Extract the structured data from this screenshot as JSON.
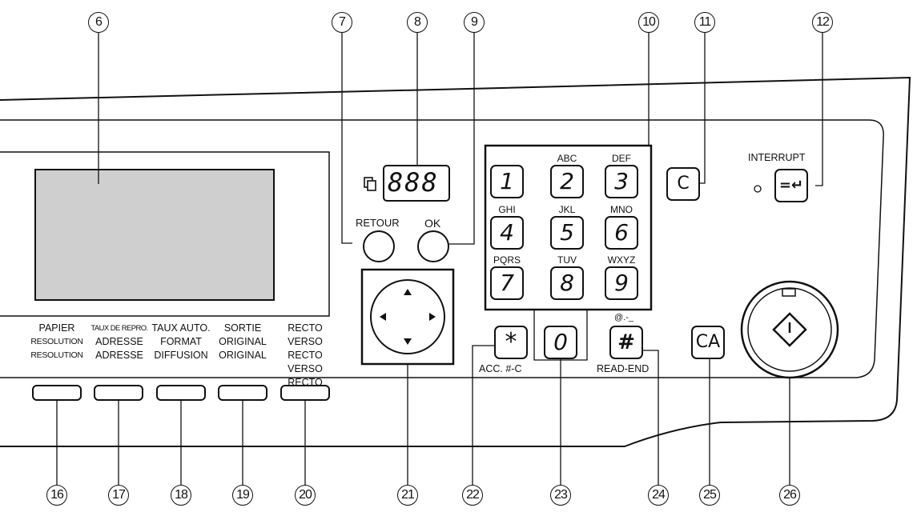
{
  "callouts": {
    "c6": "6",
    "c7": "7",
    "c8": "8",
    "c9": "9",
    "c10": "10",
    "c11": "11",
    "c12": "12",
    "c16": "16",
    "c17": "17",
    "c18": "18",
    "c19": "19",
    "c20": "20",
    "c21": "21",
    "c22": "22",
    "c23": "23",
    "c24": "24",
    "c25": "25",
    "c26": "26"
  },
  "display": {
    "counter": "888"
  },
  "buttons": {
    "retour": "RETOUR",
    "ok": "OK"
  },
  "keypad": {
    "keys": [
      {
        "digit": "1",
        "letters": ""
      },
      {
        "digit": "2",
        "letters": "ABC"
      },
      {
        "digit": "3",
        "letters": "DEF"
      },
      {
        "digit": "4",
        "letters": "GHI"
      },
      {
        "digit": "5",
        "letters": "JKL"
      },
      {
        "digit": "6",
        "letters": "MNO"
      },
      {
        "digit": "7",
        "letters": "PQRS"
      },
      {
        "digit": "8",
        "letters": "TUV"
      },
      {
        "digit": "9",
        "letters": "WXYZ"
      },
      {
        "digit": "0",
        "letters": ""
      }
    ],
    "star": "*",
    "star_label": "ACC. #-C",
    "hash": "#",
    "hash_top": "@.-_",
    "hash_label": "READ-END"
  },
  "clear": {
    "c": "C",
    "ca": "CA"
  },
  "interrupt": {
    "label": "INTERRUPT",
    "glyph": "=↵"
  },
  "soft_keys": [
    {
      "l1": "PAPIER",
      "l2": "RESOLUTION",
      "l3": "RESOLUTION"
    },
    {
      "l1": "TAUX DE REPRO.",
      "l2": "ADRESSE",
      "l3": "ADRESSE"
    },
    {
      "l1": "TAUX AUTO.",
      "l2": "FORMAT",
      "l3": "DIFFUSION"
    },
    {
      "l1": "SORTIE",
      "l2": "ORIGINAL",
      "l3": "ORIGINAL"
    },
    {
      "l1": "RECTO VERSO",
      "l2": "RECTO VERSO",
      "l3": "RECTO VERSO"
    }
  ]
}
